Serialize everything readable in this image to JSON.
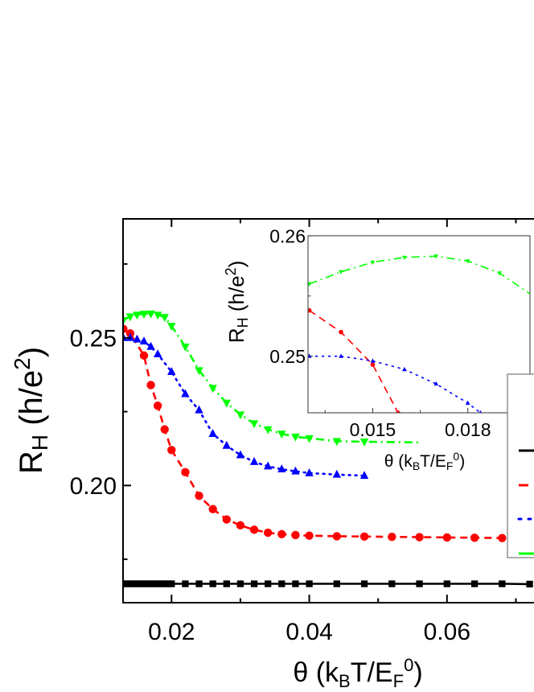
{
  "chart_data": [
    {
      "id": "main",
      "type": "line",
      "xlabel": {
        "prefix": "θ (k",
        "sub1": "B",
        "mid": "T/E",
        "sub2": "F",
        "sup": "0",
        "suffix": ")"
      },
      "ylabel": {
        "main": "R",
        "sub": "H",
        "rest": " (h/e",
        "sup": "2",
        "end": ")"
      },
      "xlim": [
        0.01296,
        0.0745
      ],
      "ylim": [
        0.1603,
        0.2903
      ],
      "xticks_major": [
        0.02,
        0.04,
        0.06
      ],
      "xticks_minor": [
        0.03,
        0.05,
        0.07
      ],
      "xtick_labels": [
        "0.02",
        "0.04",
        "0.06"
      ],
      "yticks_major": [
        0.2,
        0.25
      ],
      "yticks_minor": [
        0.175,
        0.225,
        0.275
      ],
      "ytick_labels": [
        "0.20",
        "0.25"
      ],
      "grid": false,
      "series": [
        {
          "name": "black-squares",
          "color": "#000000",
          "marker": "square",
          "line": "solid",
          "x": [
            0.013,
            0.0135,
            0.014,
            0.0145,
            0.015,
            0.0155,
            0.016,
            0.0165,
            0.017,
            0.0175,
            0.018,
            0.0185,
            0.019,
            0.0195,
            0.02,
            0.022,
            0.024,
            0.026,
            0.028,
            0.03,
            0.032,
            0.034,
            0.036,
            0.038,
            0.04,
            0.044,
            0.048,
            0.052,
            0.056,
            0.06,
            0.064,
            0.068,
            0.072
          ],
          "y": [
            0.1667,
            0.1667,
            0.1667,
            0.1667,
            0.1667,
            0.1667,
            0.1667,
            0.1667,
            0.1667,
            0.1667,
            0.1667,
            0.1667,
            0.1667,
            0.1667,
            0.1667,
            0.1667,
            0.1667,
            0.1667,
            0.1667,
            0.1667,
            0.1667,
            0.1667,
            0.1667,
            0.1667,
            0.1667,
            0.1667,
            0.1667,
            0.1667,
            0.1667,
            0.1667,
            0.1667,
            0.1667,
            0.1666
          ]
        },
        {
          "name": "red-circles",
          "color": "#ff0000",
          "marker": "circle",
          "line": "dashed",
          "x": [
            0.013,
            0.014,
            0.016,
            0.017,
            0.018,
            0.019,
            0.02,
            0.022,
            0.024,
            0.026,
            0.028,
            0.03,
            0.032,
            0.034,
            0.036,
            0.038,
            0.04,
            0.044,
            0.048,
            0.052,
            0.056,
            0.06,
            0.064,
            0.068,
            0.072
          ],
          "y": [
            0.253,
            0.2515,
            0.244,
            0.234,
            0.227,
            0.219,
            0.212,
            0.2045,
            0.1965,
            0.192,
            0.1885,
            0.1865,
            0.185,
            0.184,
            0.1835,
            0.1832,
            0.183,
            0.1828,
            0.1827,
            0.1826,
            0.1825,
            0.1824,
            0.1823,
            0.1822,
            0.1821
          ]
        },
        {
          "name": "blue-triangles",
          "color": "#0000ff",
          "marker": "triangle-up",
          "line": "dotted",
          "x": [
            0.013,
            0.014,
            0.015,
            0.016,
            0.017,
            0.018,
            0.02,
            0.022,
            0.024,
            0.026,
            0.028,
            0.03,
            0.032,
            0.034,
            0.036,
            0.038,
            0.04,
            0.044,
            0.048
          ],
          "y": [
            0.25,
            0.25,
            0.2495,
            0.2488,
            0.247,
            0.2445,
            0.2385,
            0.231,
            0.2255,
            0.2175,
            0.2135,
            0.2103,
            0.208,
            0.2065,
            0.2055,
            0.2048,
            0.2042,
            0.2037,
            0.2033
          ]
        },
        {
          "name": "green-triangles-down",
          "color": "#00ff00",
          "marker": "triangle-down",
          "line": "dash-dot",
          "x": [
            0.013,
            0.014,
            0.015,
            0.016,
            0.017,
            0.018,
            0.019,
            0.02,
            0.022,
            0.024,
            0.026,
            0.028,
            0.03,
            0.032,
            0.034,
            0.036,
            0.038,
            0.04,
            0.044,
            0.048
          ],
          "y": [
            0.256,
            0.2572,
            0.2578,
            0.2581,
            0.2582,
            0.2578,
            0.257,
            0.254,
            0.247,
            0.239,
            0.233,
            0.228,
            0.224,
            0.221,
            0.219,
            0.2175,
            0.2165,
            0.216,
            0.215,
            0.2148
          ],
          "line_extends_to_x": 0.056
        }
      ]
    },
    {
      "id": "inset",
      "type": "line",
      "xlabel": {
        "prefix": "θ (k",
        "sub1": "B",
        "mid": "T/E",
        "sub2": "F",
        "sup": "0",
        "suffix": ")"
      },
      "ylabel": {
        "main": "R",
        "sub": "H",
        "rest": " (h/e",
        "sup": "2",
        "end": ")"
      },
      "xlim": [
        0.01296,
        0.01996
      ],
      "ylim": [
        0.2453,
        0.26
      ],
      "xticks_major": [
        0.015,
        0.018
      ],
      "xticks_minor": [
        0.0135,
        0.0165,
        0.0195
      ],
      "xtick_labels": [
        "0.015",
        "0.018"
      ],
      "yticks_major": [
        0.25,
        0.26
      ],
      "yticks_minor": [
        0.255
      ],
      "ytick_labels": [
        "0.25",
        "0.26"
      ],
      "grid": false,
      "series": [
        {
          "name": "red-circles",
          "color": "#ff0000",
          "marker": "circle",
          "line": "dashed",
          "x": [
            0.013,
            0.014,
            0.015,
            0.0158
          ],
          "y": [
            0.2538,
            0.252,
            0.2493,
            0.2453
          ]
        },
        {
          "name": "blue-triangles",
          "color": "#0000ff",
          "marker": "triangle-up",
          "line": "dotted",
          "x": [
            0.013,
            0.014,
            0.015,
            0.016,
            0.017,
            0.018,
            0.0184
          ],
          "y": [
            0.25,
            0.25,
            0.2496,
            0.2489,
            0.2477,
            0.2461,
            0.2453
          ]
        },
        {
          "name": "green-triangles-down",
          "color": "#00ff00",
          "marker": "triangle-down",
          "line": "dash-dot",
          "x": [
            0.013,
            0.014,
            0.015,
            0.016,
            0.017,
            0.018,
            0.019,
            0.02
          ],
          "y": [
            0.256,
            0.257,
            0.2578,
            0.2582,
            0.2583,
            0.2579,
            0.2569,
            0.2551
          ]
        }
      ]
    }
  ],
  "legend": {
    "placement": "right (partially cropped)",
    "entries": [
      {
        "color": "#000000",
        "line": "solid",
        "label": ""
      },
      {
        "color": "#ff0000",
        "line": "dashed",
        "label": ""
      },
      {
        "color": "#0000ff",
        "line": "dotted",
        "label": ""
      },
      {
        "color": "#00ff00",
        "line": "solid",
        "label": ""
      }
    ]
  }
}
